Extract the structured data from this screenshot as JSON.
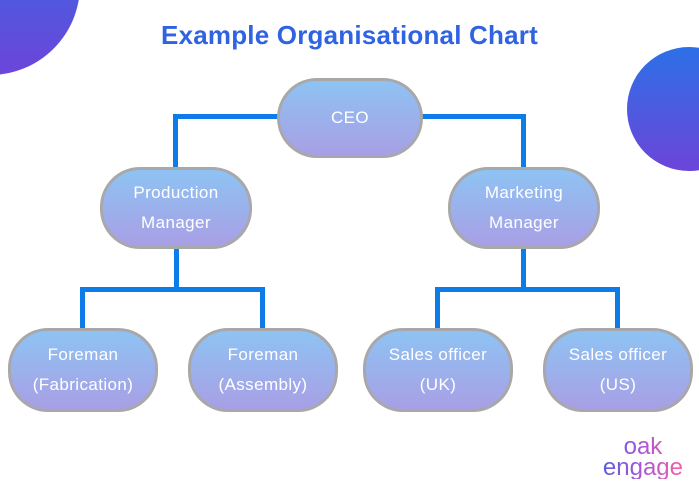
{
  "title": "Example Organisational Chart",
  "colors": {
    "title_color": "#3063e2",
    "connector_color": "#0d7ce8",
    "node_grad_top": "#8ec3f3",
    "node_grad_bottom": "#a89fe5",
    "node_border": "#a8a8aa",
    "node_text": "#ffffff",
    "blob_grad_top": "#2d70e7",
    "blob_grad_bottom": "#6c45d9",
    "logo_start": "#5b5ce6",
    "logo_mid": "#a355d8",
    "logo_end": "#f85fa2"
  },
  "chart": {
    "type": "org-chart",
    "nodes": [
      {
        "id": "ceo",
        "label_lines": [
          "CEO"
        ]
      },
      {
        "id": "production-manager",
        "label_lines": [
          "Production",
          "Manager"
        ]
      },
      {
        "id": "marketing-manager",
        "label_lines": [
          "Marketing",
          "Manager"
        ]
      },
      {
        "id": "foreman-fabrication",
        "label_lines": [
          "Foreman",
          "(Fabrication)"
        ]
      },
      {
        "id": "foreman-assembly",
        "label_lines": [
          "Foreman",
          "(Assembly)"
        ]
      },
      {
        "id": "sales-officer-uk",
        "label_lines": [
          "Sales officer",
          "(UK)"
        ]
      },
      {
        "id": "sales-officer-us",
        "label_lines": [
          "Sales officer",
          "(US)"
        ]
      }
    ],
    "edges": [
      {
        "from": "ceo",
        "to": "production-manager"
      },
      {
        "from": "ceo",
        "to": "marketing-manager"
      },
      {
        "from": "production-manager",
        "to": "foreman-fabrication"
      },
      {
        "from": "production-manager",
        "to": "foreman-assembly"
      },
      {
        "from": "marketing-manager",
        "to": "sales-officer-uk"
      },
      {
        "from": "marketing-manager",
        "to": "sales-officer-us"
      }
    ]
  },
  "logo": {
    "line1": "oak",
    "line2": "engage"
  }
}
